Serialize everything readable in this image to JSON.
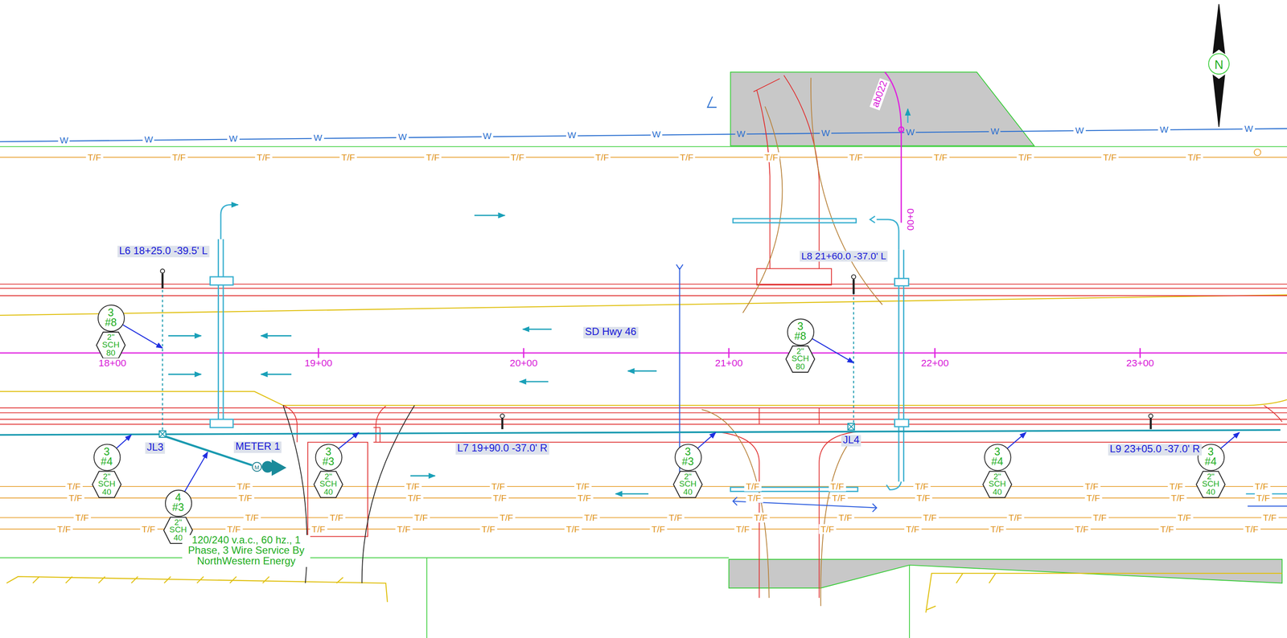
{
  "diagram": {
    "nodes": [
      {
        "text": [
          "N"
        ]
      },
      {
        "text": [
          "3 #8"
        ]
      },
      {
        "text": [
          "2\" SCH 80"
        ]
      },
      {
        "text": [
          "3 #8"
        ]
      },
      {
        "text": [
          "2\" SCH 80"
        ]
      },
      {
        "text": [
          "3 #4"
        ]
      },
      {
        "text": [
          "2\" SCH 40"
        ]
      },
      {
        "text": [
          "3 #3"
        ]
      },
      {
        "text": [
          "2\" SCH 40"
        ]
      },
      {
        "text": [
          "3 #3"
        ]
      },
      {
        "text": [
          "2\" SCH 40"
        ]
      },
      {
        "text": [
          "3 #4"
        ]
      },
      {
        "text": [
          "2\" SCH 40"
        ]
      },
      {
        "text": [
          "3 #4"
        ]
      },
      {
        "text": [
          "2\" SCH 40"
        ]
      },
      {
        "text": [
          "4 #3"
        ]
      },
      {
        "text": [
          "2\" SCH 40"
        ]
      },
      {
        "text": [
          "M"
        ]
      }
    ],
    "labels": [
      "L6 18+25.0 -39.5' L",
      "L8 21+60.0 -37.0' L",
      "SD Hwy 46",
      "18+00",
      "19+00",
      "20+00",
      "21+00",
      "22+00",
      "23+00",
      "JL3",
      "METER 1",
      "L7 19+90.0 -37.0' R",
      "JL4",
      "L9 23+05.0 -37.0' R",
      "120/240 v.a.c., 60 hz., 1 Phase, 3 Wire Service By NorthWestern Energy",
      "ab022",
      "0+00",
      "W",
      "W",
      "W",
      "W",
      "W",
      "W",
      "W",
      "W",
      "W",
      "W",
      "W",
      "W",
      "W",
      "W",
      "W",
      "T/F",
      "T/F",
      "T/F",
      "T/F",
      "T/F",
      "T/F",
      "T/F",
      "T/F",
      "T/F",
      "T/F",
      "T/F",
      "T/F",
      "T/F",
      "T/F",
      "T/F",
      "T/F",
      "T/F",
      "T/F",
      "T/F",
      "T/F",
      "T/F",
      "T/F",
      "T/F",
      "T/F",
      "T/F",
      "T/F",
      "T/F",
      "T/F",
      "T/F",
      "T/F",
      "T/F",
      "T/F",
      "T/F",
      "T/F",
      "T/F",
      "T/F",
      "T/F",
      "T/F",
      "T/F",
      "T/F",
      "T/F",
      "T/F",
      "T/F",
      "T/F",
      "T/F",
      "T/F",
      "T/F",
      "T/F",
      "T/F",
      "T/F",
      "T/F",
      "T/F",
      "T/F",
      "T/F",
      "T/F",
      "T/F",
      "T/F",
      "T/F",
      "T/F",
      "T/F",
      "T/F",
      "T/F",
      "T/F",
      "T/F",
      "T/F"
    ]
  }
}
